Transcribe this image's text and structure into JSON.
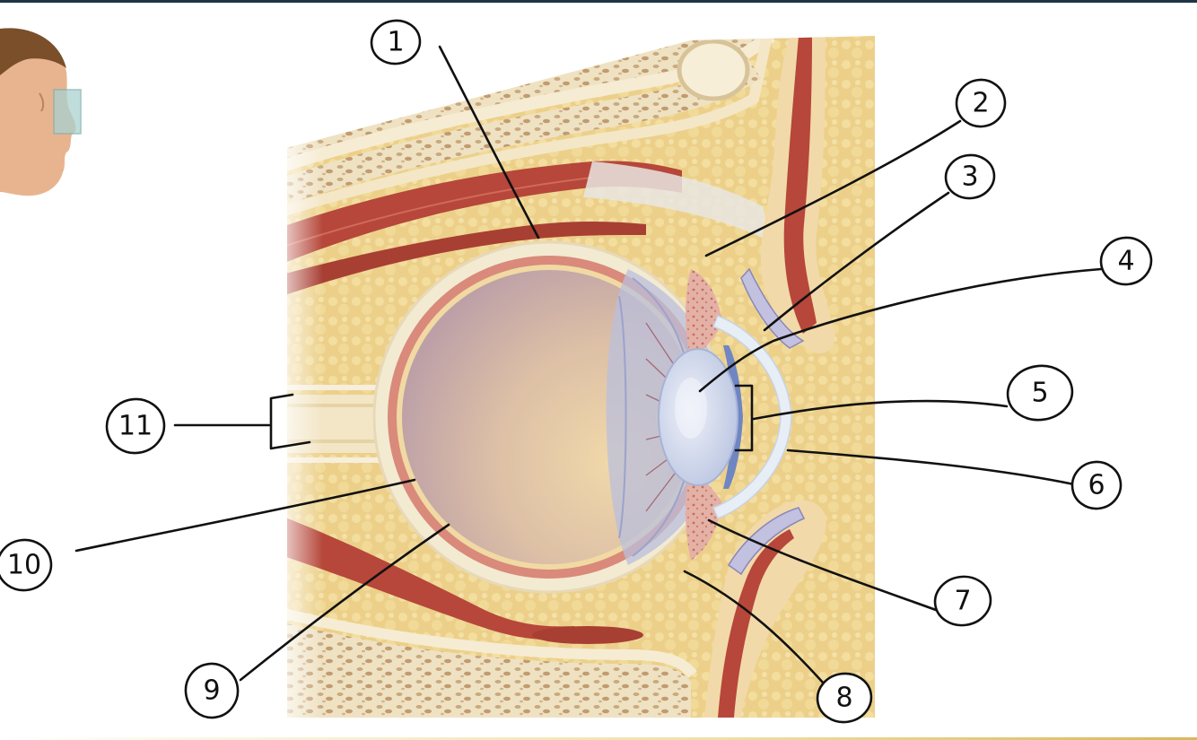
{
  "labels": [
    {
      "id": "1",
      "text": "1"
    },
    {
      "id": "2",
      "text": "2"
    },
    {
      "id": "3",
      "text": "3"
    },
    {
      "id": "4",
      "text": "4"
    },
    {
      "id": "5",
      "text": "5"
    },
    {
      "id": "6",
      "text": "6"
    },
    {
      "id": "7",
      "text": "7"
    },
    {
      "id": "8",
      "text": "8"
    },
    {
      "id": "9",
      "text": "9"
    },
    {
      "id": "10",
      "text": "10"
    },
    {
      "id": "11",
      "text": "11"
    }
  ],
  "colors": {
    "bone": "#eddcb5",
    "bone_pores": "#c8a77c",
    "fat": "#efd48f",
    "muscle": "#b6473a",
    "sclera": "#f3ead2",
    "choroid": "#d98a7a",
    "vitreous": "#d9b59a",
    "lens": "#c9d3e8",
    "iris": "#6f86c2",
    "ink": "#111111",
    "top_bar": "#1f3546"
  },
  "icons": {
    "head_thumbnail": "head-profile-icon"
  }
}
